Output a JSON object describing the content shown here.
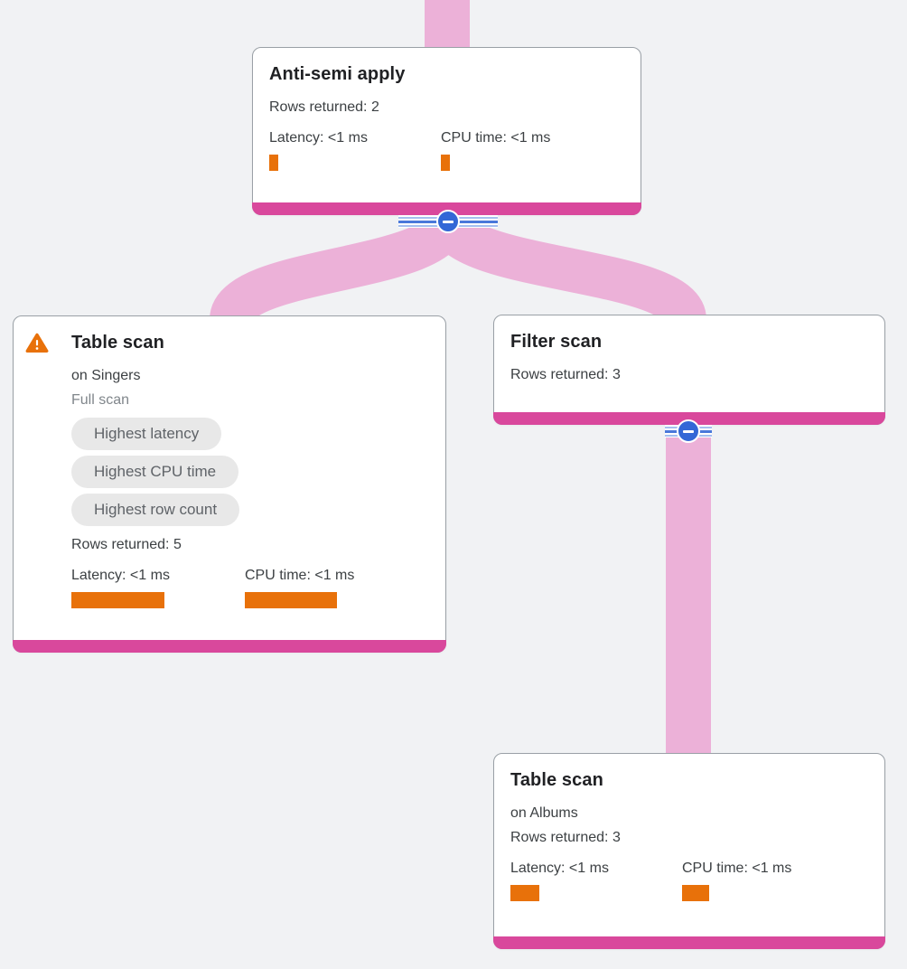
{
  "palette": {
    "background": "#f1f2f4",
    "flow_pink": "#ecb1d8",
    "footer_magenta": "#d9489c",
    "bar_orange": "#e8710a",
    "warning_orange": "#e8710a",
    "collapse_blue": "#3367d6",
    "badge_bg": "#e8e8e8",
    "badge_text": "#5f6368",
    "node_border": "#9aa0a6"
  },
  "nodes": [
    {
      "id": "anti-semi-apply",
      "title": "Anti-semi apply",
      "rows_returned": "Rows returned: 2",
      "latency_label": "Latency: <1 ms",
      "cpu_label": "CPU time: <1 ms",
      "latency_bar": "10px",
      "cpu_bar": "10px"
    },
    {
      "id": "table-scan-singers",
      "title": "Table scan",
      "subtitle": "on Singers",
      "scan_type": "Full scan",
      "has_warning": true,
      "badges": [
        "Highest latency",
        "Highest CPU time",
        "Highest row count"
      ],
      "rows_returned": "Rows returned: 5",
      "latency_label": "Latency: <1 ms",
      "cpu_label": "CPU time: <1 ms",
      "latency_bar": "103px",
      "cpu_bar": "102px"
    },
    {
      "id": "filter-scan",
      "title": "Filter scan",
      "rows_returned": "Rows returned: 3"
    },
    {
      "id": "table-scan-albums",
      "title": "Table scan",
      "subtitle": "on Albums",
      "rows_returned": "Rows returned: 3",
      "latency_label": "Latency: <1 ms",
      "cpu_label": "CPU time: <1 ms",
      "latency_bar": "32px",
      "cpu_bar": "30px"
    }
  ],
  "edges": [
    {
      "from": "parent-offscreen",
      "to": "anti-semi-apply"
    },
    {
      "from": "anti-semi-apply",
      "to": "table-scan-singers"
    },
    {
      "from": "anti-semi-apply",
      "to": "filter-scan"
    },
    {
      "from": "filter-scan",
      "to": "table-scan-albums"
    }
  ],
  "collapse_buttons": [
    {
      "node": "anti-semi-apply",
      "state": "expanded"
    },
    {
      "node": "filter-scan",
      "state": "expanded"
    }
  ]
}
